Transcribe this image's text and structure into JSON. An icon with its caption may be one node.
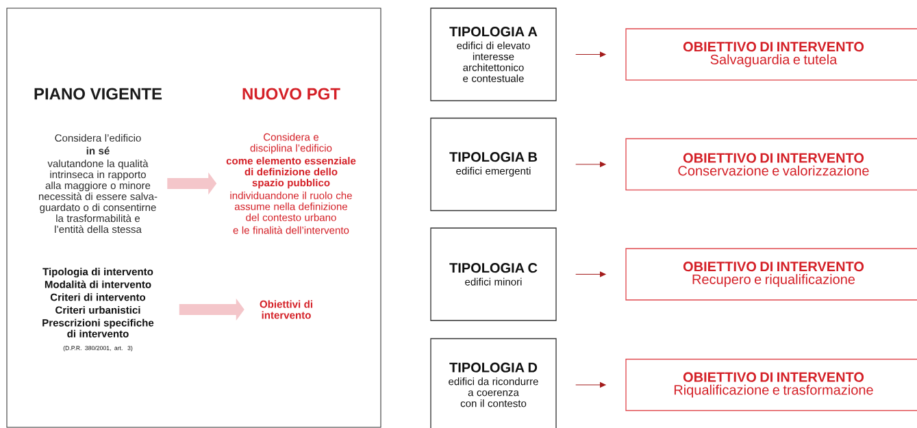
{
  "diagram": {
    "nodes": [
      {
        "text": [],
        "shape": "box"
      },
      {
        "text": [
          "Considera l’edificio",
          "in sé",
          "valutandone la qualità intrinseca in rapporto alla maggiore o minore necessità di essere salva-guardato o di consentirne la trasformabilità e l’entità della stessa"
        ],
        "in": 0
      },
      {
        "text": [
          "Considera e disciplina l’edificio",
          "come elemento essenziale di definizione dello spazio pubblico",
          "individuandone il ruolo che assume nella definizione del contesto urbano",
          "e le finalità dell’intervento"
        ],
        "in": 0
      },
      {
        "text": [
          "Tipologia di intervento",
          "Modalità di intervento",
          "Criteri di intervento",
          "Criteri urbanistici",
          "Prescrizioni specifiche di intervento",
          "(D.P.R. 380/2001, art. 3)"
        ],
        "in": 0
      },
      {
        "text": [
          "Obiettivi di intervento"
        ],
        "in": 0
      },
      {
        "text": [
          "TIPOLOGIA A",
          "edifici di elevato interesse architettonico e contestuale"
        ]
      },
      {
        "text": [
          "TIPOLOGIA B",
          "edifici emergenti"
        ]
      },
      {
        "text": [
          "TIPOLOGIA C",
          "edifici minori"
        ]
      },
      {
        "text": [
          "TIPOLOGIA D",
          "edifici da ricondurre a coerenza con il contesto"
        ]
      },
      {
        "text": [
          "OBIETTIVO DI INTERVENTO",
          "Salvaguardia e tutela"
        ]
      },
      {
        "text": [
          "OBIETTIVO DI INTERVENTO",
          "Conservazione e valorizzazione"
        ]
      },
      {
        "text": [
          "OBIETTIVO DI INTERVENTO",
          "Recupero e riqualificazione"
        ]
      },
      {
        "text": [
          "OBIETTIVO DI INTERVENTO",
          "Riqualificazione e trasformazione"
        ]
      }
    ],
    "edges": [
      {
        "from": 1,
        "to": 2,
        "arrow": "to",
        "style": "thick",
        "color": "#f4c6ca"
      },
      {
        "from": 3,
        "to": 4,
        "arrow": "to",
        "style": "thick",
        "color": "#f4c6ca"
      },
      {
        "from": 5,
        "to": 9,
        "arrow": "to"
      },
      {
        "from": 6,
        "to": 10,
        "arrow": "to"
      },
      {
        "from": 7,
        "to": 11,
        "arrow": "to"
      },
      {
        "from": 8,
        "to": 12,
        "arrow": "to"
      }
    ],
    "labels": [
      "PIANO VIGENTE",
      "NUOVO PGT"
    ]
  }
}
